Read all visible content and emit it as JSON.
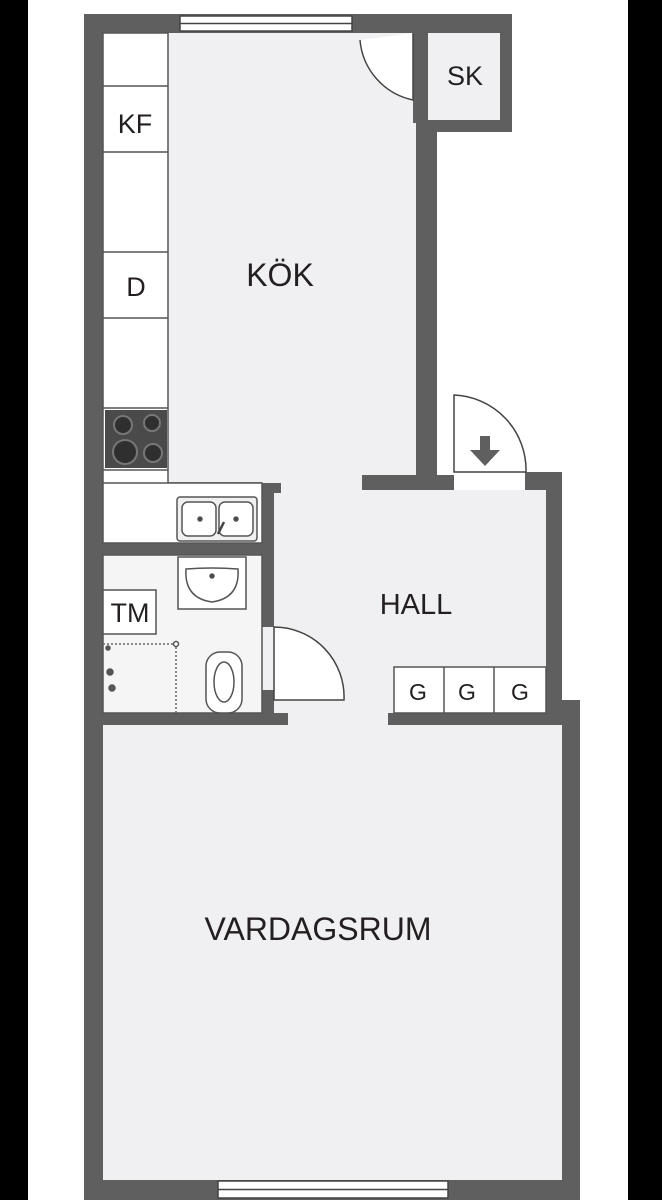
{
  "rooms": {
    "kok": "KÖK",
    "hall": "HALL",
    "vardagsrum": "VARDAGSRUM",
    "sk": "SK"
  },
  "fixtures": {
    "kf": "KF",
    "d": "D",
    "tm": "TM",
    "wardrobes": [
      "G",
      "G",
      "G"
    ]
  },
  "colors": {
    "wall": "#5f5f5f",
    "floor": "#f0f0f2",
    "fixture_fill": "#ffffff",
    "line": "#444444",
    "background": "#000000"
  }
}
